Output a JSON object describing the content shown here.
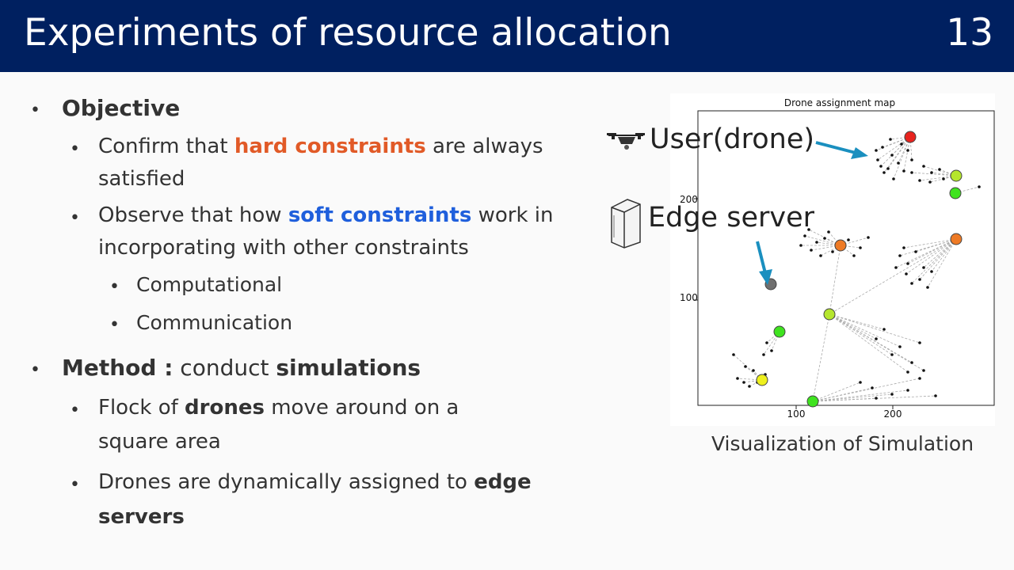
{
  "header": {
    "title": "Experiments of resource allocation",
    "page_number": "13"
  },
  "content": {
    "objective_label": "Objective",
    "obj1_pre": "Confirm that ",
    "obj1_hl": "hard constraints",
    "obj1_post": " are always",
    "obj1_cont": "satisfied",
    "obj2_pre": "Observe that how ",
    "obj2_hl": "soft constraints",
    "obj2_post": " work in",
    "obj2_cont": "incorporating with other constraints",
    "sub1": "Computational",
    "sub2": "Communication",
    "method_label": "Method :",
    "method_pre": " conduct ",
    "method_bold": "simulations",
    "m1_pre": "Flock of ",
    "m1_bold": "drones",
    "m1_post": " move around on a",
    "m1_cont": "square area",
    "m2_pre": "Drones are dynamically assigned to ",
    "m2_bold": "edge",
    "m2_cont": "servers"
  },
  "figure": {
    "plot_title": "Drone assignment map",
    "y_ticks": [
      "200",
      "100"
    ],
    "x_ticks": [
      "100",
      "200"
    ],
    "user_label": "User(drone)",
    "server_label": "Edge server",
    "caption": "Visualization of Simulation",
    "colors": {
      "red": "#e8231e",
      "orange": "#ee7a25",
      "yellowgreen": "#b5e62e",
      "green": "#3fe31f",
      "yellow": "#eef01e",
      "gray": "#6f6f6f",
      "arrow": "#1a8fbf"
    }
  }
}
